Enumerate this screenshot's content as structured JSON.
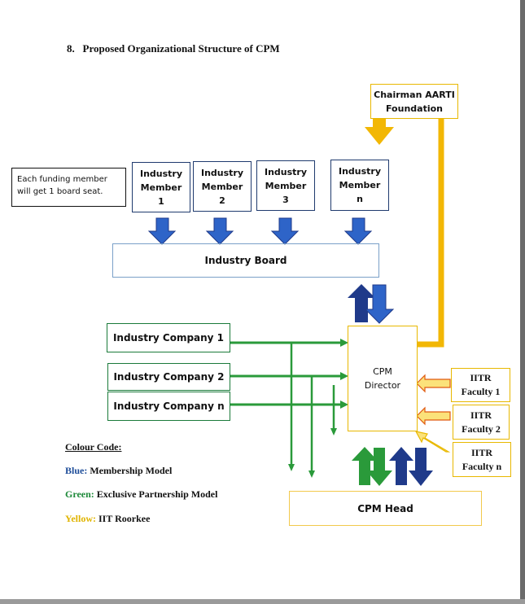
{
  "heading": "8.   Proposed Organizational Structure of CPM",
  "note": "Each funding member will get 1 board seat.",
  "chairman": {
    "line1": "Chairman AARTI",
    "line2": "Foundation"
  },
  "industry_members": [
    {
      "line1": "Industry",
      "line2": "Member",
      "line3": "1"
    },
    {
      "line1": "Industry",
      "line2": "Member",
      "line3": "2"
    },
    {
      "line1": "Industry",
      "line2": "Member",
      "line3": "3"
    },
    {
      "line1": "Industry",
      "line2": "Member",
      "line3": "n"
    }
  ],
  "industry_board": "Industry Board",
  "companies": [
    "Industry Company 1",
    "Industry Company 2",
    "Industry Company n"
  ],
  "director": {
    "line1": "CPM",
    "line2": "Director"
  },
  "iitr_faculty": [
    {
      "line1": "IITR",
      "line2": "Faculty 1"
    },
    {
      "line1": "IITR",
      "line2": "Faculty 2"
    },
    {
      "line1": "IITR",
      "line2": "Faculty n"
    }
  ],
  "cpm_head": "CPM Head",
  "legend": {
    "title": "Colour Code:",
    "blue_key": "Blue:",
    "blue_value": "Membership Model",
    "green_key": "Green:",
    "green_value": "Exclusive Partnership Model",
    "yellow_key": "Yellow:",
    "yellow_value": "IIT Roorkee"
  },
  "colors": {
    "blue": "#2e64c8",
    "dark_blue": "#1f3a8a",
    "green": "#2a9a3a",
    "yellow": "#f2b705",
    "legend_blue": "#1f4e9a",
    "legend_green": "#1e8a3a",
    "legend_yellow": "#e0b400"
  }
}
